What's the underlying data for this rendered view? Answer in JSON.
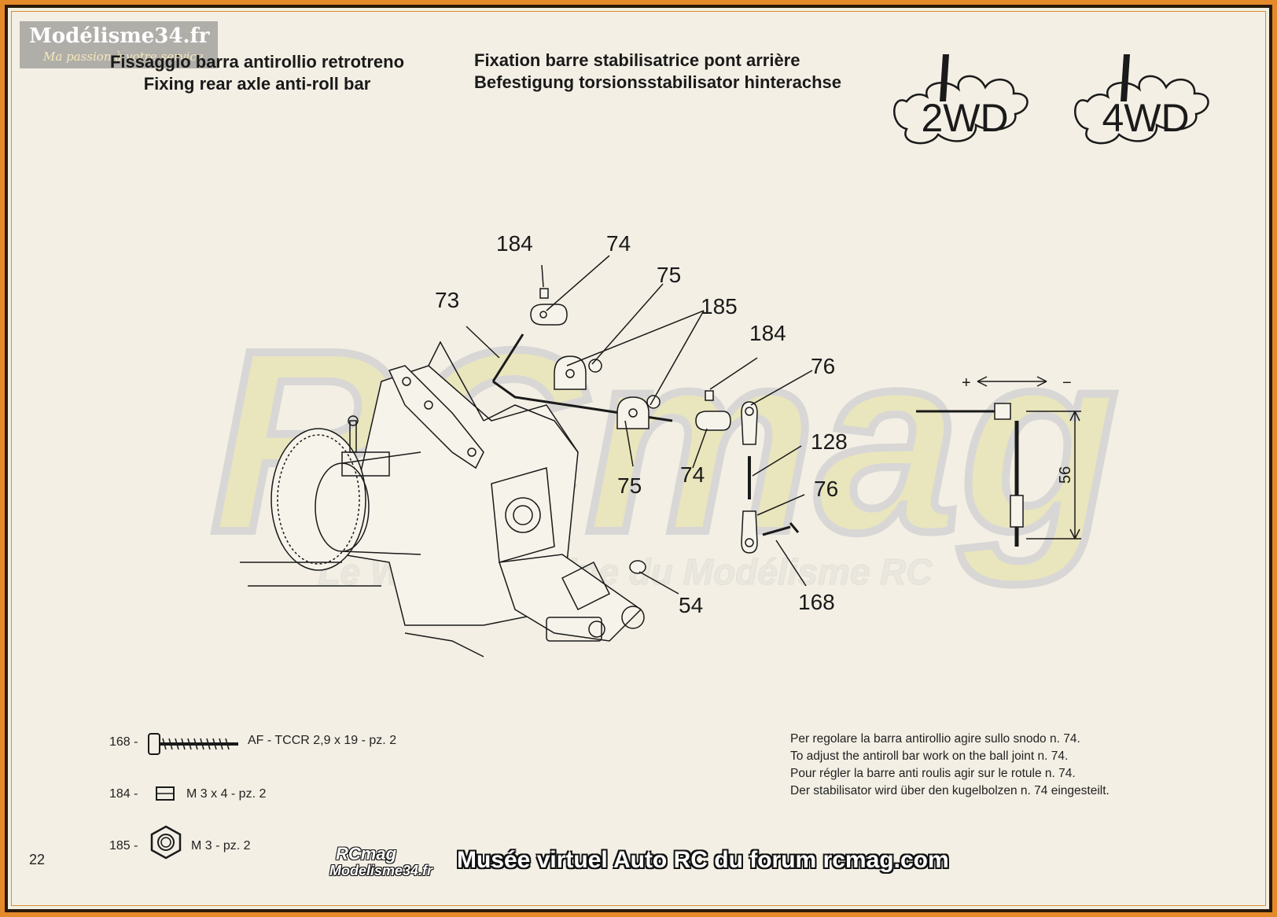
{
  "corner_logo": {
    "site": "Modélisme34.fr",
    "tagline": "Ma passion à votre service"
  },
  "titles": {
    "it_line1": "Fissaggio barra antirollio retrotreno",
    "en_line1": "Fixing rear axle anti-roll bar",
    "fr_line1": "Fixation barre stabilisatrice pont arrière",
    "de_line1": "Befestigung torsionsstabilisator hinterachse"
  },
  "badges": {
    "left": "2WD",
    "right": "4WD"
  },
  "callouts": {
    "c184a": "184",
    "c74a": "74",
    "c75a": "75",
    "c73": "73",
    "c185": "185",
    "c184b": "184",
    "c76a": "76",
    "c128": "128",
    "c76b": "76",
    "c75b": "75",
    "c74b": "74",
    "c54": "54",
    "c168": "168"
  },
  "detail": {
    "plus": "+",
    "minus": "−",
    "dimension": "56"
  },
  "watermark": {
    "brand": "RCmag",
    "slogan": "Le Web Magazine du Modélisme RC"
  },
  "legend": [
    {
      "code": "168 -",
      "desc": "AF - TCCR 2,9 x 19 - pz. 2"
    },
    {
      "code": "184 -",
      "desc": "M 3 x 4 - pz. 2"
    },
    {
      "code": "185 -",
      "desc": "M 3 - pz. 2"
    }
  ],
  "note": [
    "Per regolare la barra antirollio agire sullo snodo n. 74.",
    "To adjust the antiroll bar work on the ball joint n. 74.",
    "Pour régler la barre anti roulis agir sur le rotule n. 74.",
    "Der stabilisator wird über den kugelbolzen n. 74 eingesteilt."
  ],
  "page_number": "22",
  "footer": {
    "logo_top": "RCmag",
    "logo_bottom": "Modelisme34.fr",
    "caption": "Musée virtuel Auto RC du forum rcmag.com"
  },
  "colors": {
    "accent": "#e58a2a",
    "paper": "#f3efe4",
    "ink": "#1a1a1a"
  }
}
